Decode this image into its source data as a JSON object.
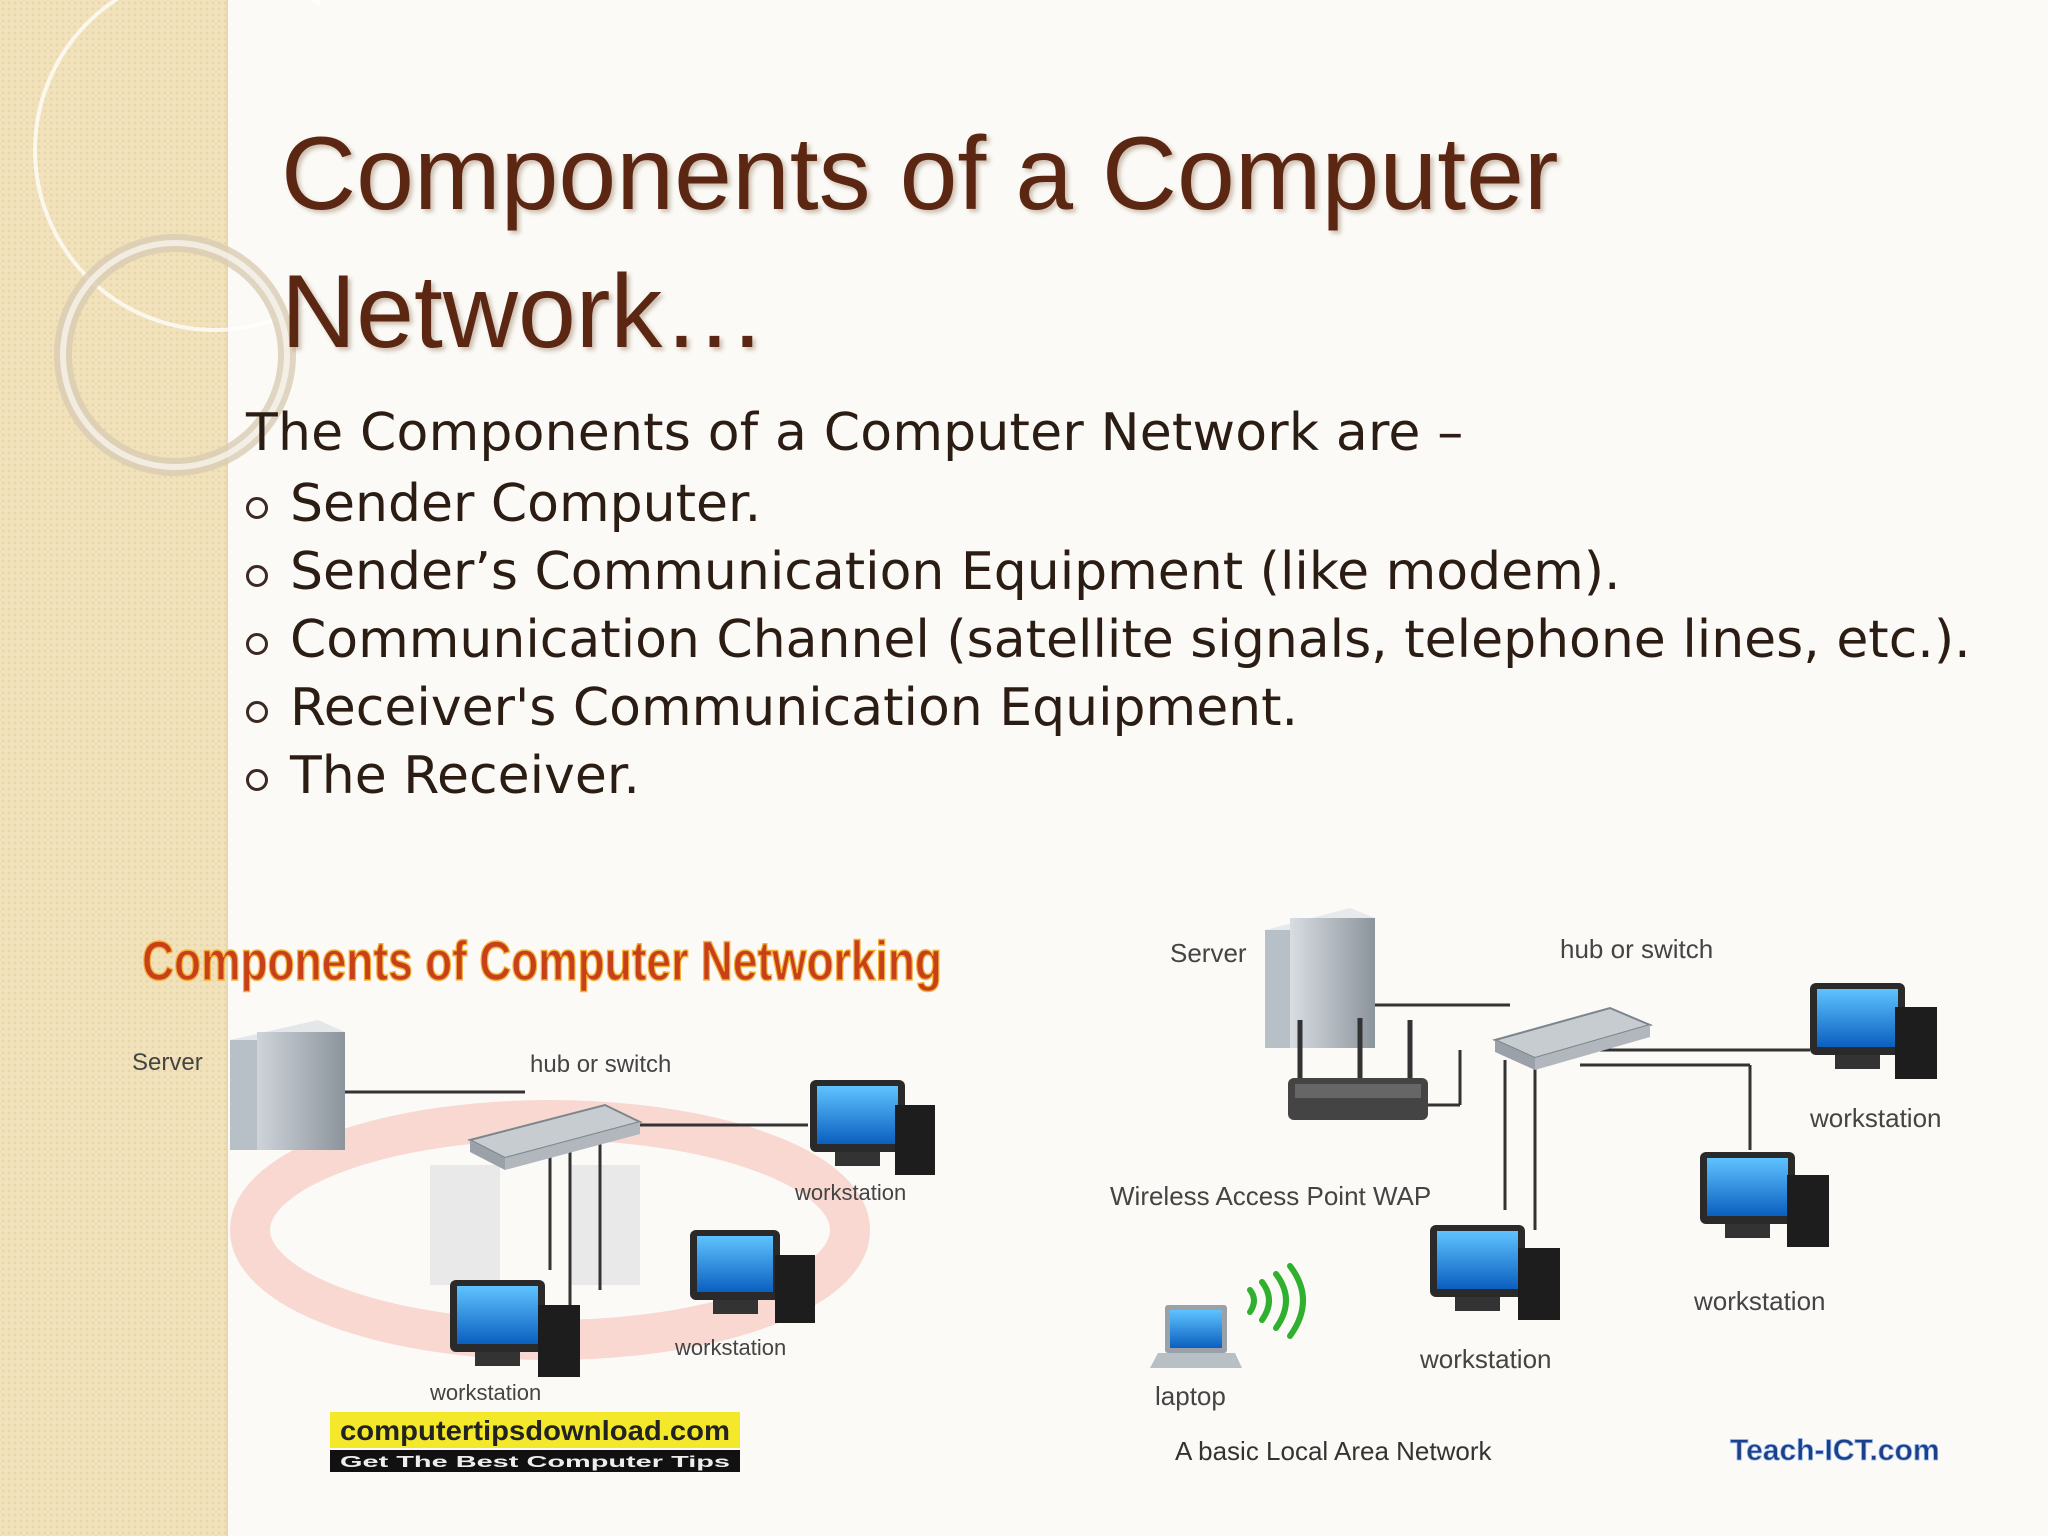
{
  "slide": {
    "title": "Components of a Computer Network…",
    "intro": "The Components of a Computer Network are –",
    "bullets": [
      "Sender Computer.",
      "Sender’s Communication Equipment (like modem).",
      "Communication Channel (satellite signals,  telephone lines, etc.).",
      "Receiver's Communication Equipment.",
      "The Receiver."
    ]
  },
  "figure_left": {
    "heading": "Components of Computer Networking",
    "labels": {
      "server": "Server",
      "hub": "hub or switch",
      "workstation_1": "workstation",
      "workstation_2": "workstation",
      "workstation_3": "workstation"
    },
    "watermark": "computertipsdownload.com",
    "tagline": "Get The Best Computer Tips"
  },
  "figure_right": {
    "labels": {
      "server": "Server",
      "hub": "hub or switch",
      "wap": "Wireless Access Point WAP",
      "laptop": "laptop",
      "workstation_1": "workstation",
      "workstation_2": "workstation",
      "workstation_3": "workstation"
    },
    "caption": "A basic Local Area Network",
    "credit": "Teach-ICT.com"
  },
  "colors": {
    "title": "#5b2713",
    "body_text": "#2b1c14",
    "sidebar": "#f1e2bb",
    "figure_heading": "#c8401a",
    "monitor_screen": "#1e88e5"
  }
}
